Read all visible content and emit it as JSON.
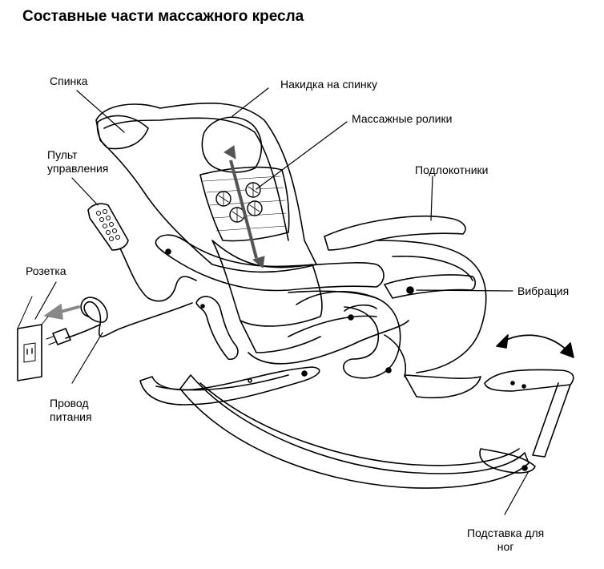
{
  "title": "Составные части массажного кресла",
  "labels": {
    "spinka": "Спинка",
    "nakidka": "Накидка на спинку",
    "roliki": "Массажные ролики",
    "pult": [
      "Пульт",
      "управления"
    ],
    "podlokotniki": "Подлокотники",
    "rozetka": "Розетка",
    "vibraciya": "Вибрация",
    "provod": [
      "Провод",
      "питания"
    ],
    "podstavka": [
      "Подставка для",
      "ног"
    ]
  }
}
